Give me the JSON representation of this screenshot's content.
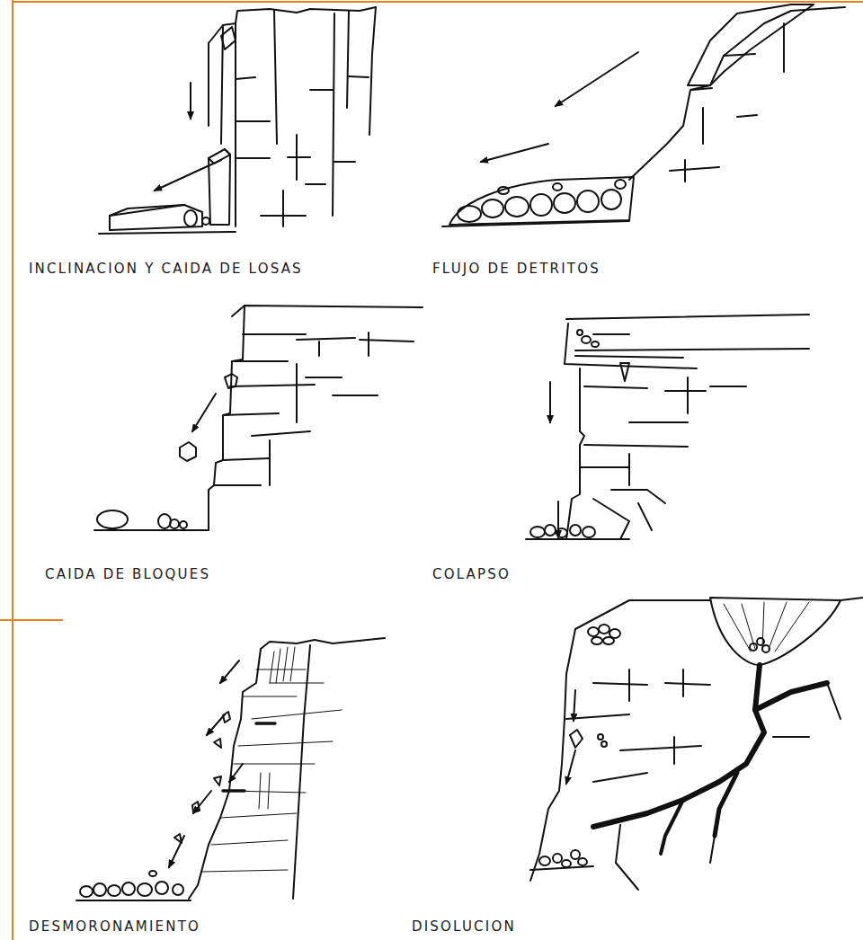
{
  "diagram": {
    "labels": [
      "INCLINACION Y CAIDA DE LOSAS",
      "FLUJO DE DETRITOS",
      "CAIDA DE BLOQUES",
      "COLAPSO",
      "DESMORONAMIENTO",
      "DISOLUCION"
    ]
  }
}
